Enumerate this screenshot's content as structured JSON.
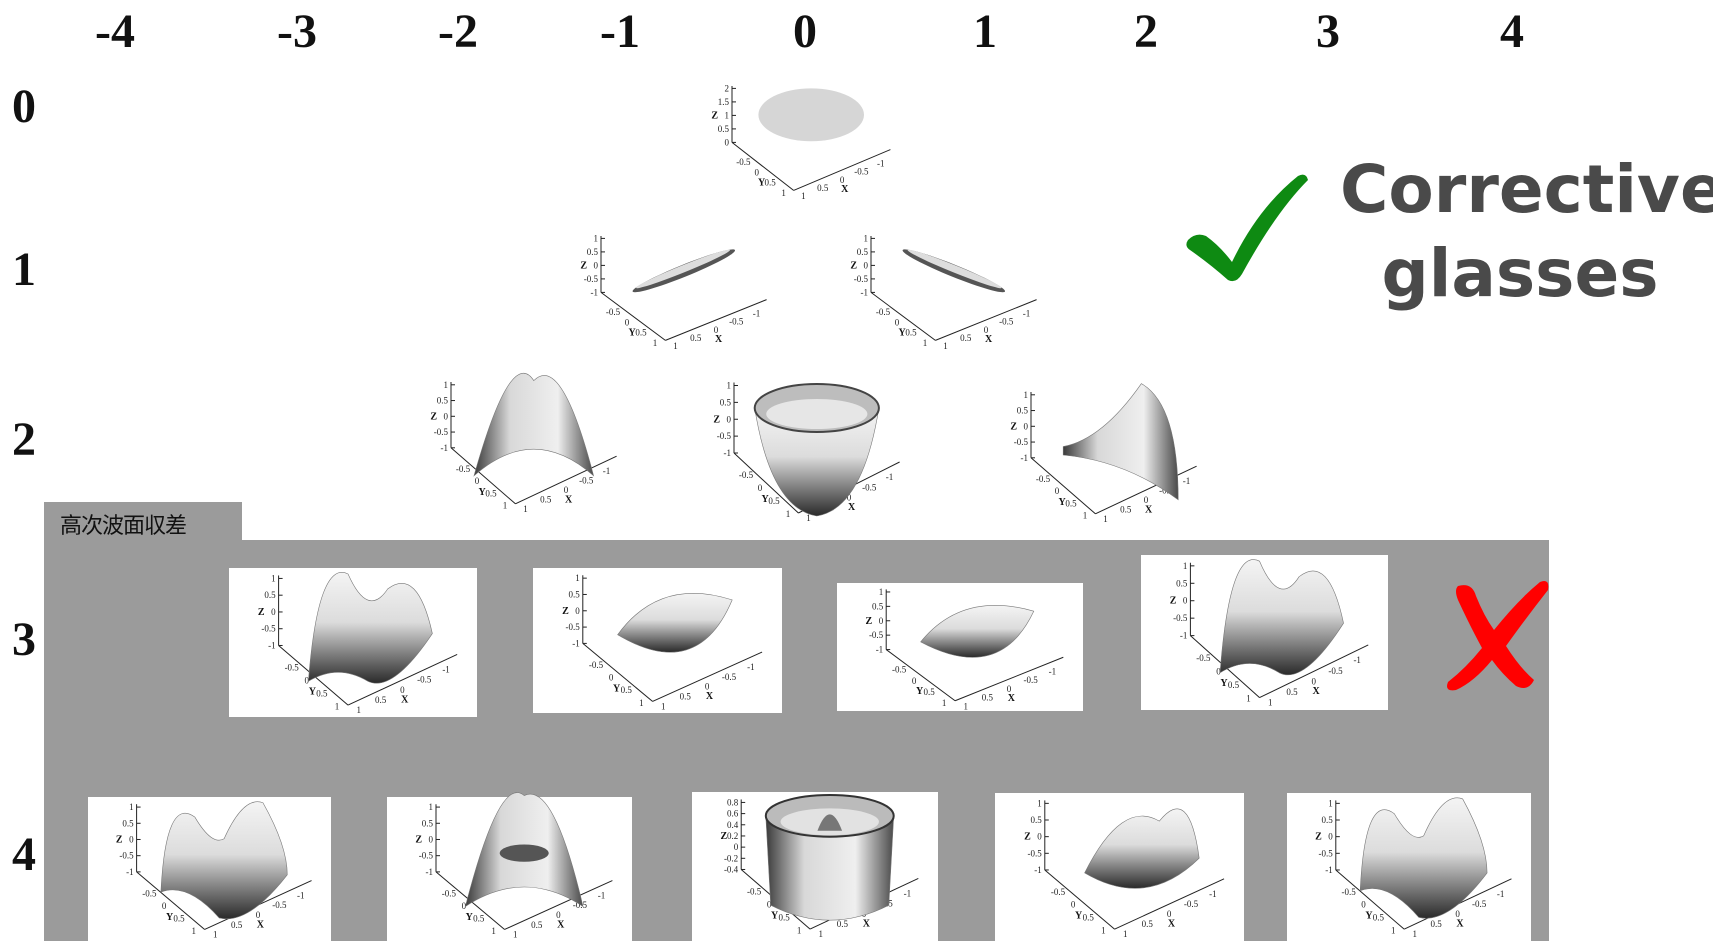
{
  "column_labels": [
    "-4",
    "-3",
    "-2",
    "-1",
    "0",
    "1",
    "2",
    "3",
    "4"
  ],
  "row_labels": [
    "0",
    "1",
    "2",
    "3",
    "4"
  ],
  "highlight_label": "高次波面収差",
  "annotation": {
    "title_line1": "Corrective",
    "title_line2": "glasses"
  },
  "colors": {
    "panel": "#9b9b9b",
    "check_mark": "#0e8a12",
    "cross_mark": "#ff0000",
    "annotation_text": "#4a4a4a"
  },
  "icons": {
    "approve": "check-icon",
    "reject": "cross-icon"
  },
  "axis_text": {
    "y": "Y",
    "x": "X",
    "z": "Z",
    "z_ticks_row0": [
      "2",
      "1.5",
      "1",
      "0.5",
      "0"
    ],
    "z_ticks_default": [
      "1",
      "0.5",
      "0",
      "-0.5",
      "-1"
    ],
    "z_ticks_z40": [
      "0.8",
      "0.6",
      "0.4",
      "0.2",
      "0",
      "-0.2",
      "-0.4"
    ],
    "base_ticks": [
      "-0.5",
      "0",
      "0.5",
      "1",
      "1",
      "0.5",
      "0",
      "-0.5",
      "-1"
    ]
  },
  "surfaces": [
    {
      "row": 0,
      "col": 0,
      "shape": "disk",
      "framed": false
    },
    {
      "row": 1,
      "col": -1,
      "shape": "tilt-left",
      "framed": false
    },
    {
      "row": 1,
      "col": 1,
      "shape": "tilt-right",
      "framed": false
    },
    {
      "row": 2,
      "col": -2,
      "shape": "astig-cap",
      "framed": false
    },
    {
      "row": 2,
      "col": 0,
      "shape": "defocus-bowl",
      "framed": false
    },
    {
      "row": 2,
      "col": 2,
      "shape": "astig-saddle",
      "framed": false
    },
    {
      "row": 3,
      "col": -3,
      "shape": "trefoil",
      "framed": true
    },
    {
      "row": 3,
      "col": -1,
      "shape": "coma-y",
      "framed": true
    },
    {
      "row": 3,
      "col": 1,
      "shape": "coma-x",
      "framed": true
    },
    {
      "row": 3,
      "col": 3,
      "shape": "trefoil-2",
      "framed": true
    },
    {
      "row": 4,
      "col": -4,
      "shape": "quadrafoil",
      "framed": true
    },
    {
      "row": 4,
      "col": -2,
      "shape": "sec-astig",
      "framed": true
    },
    {
      "row": 4,
      "col": 0,
      "shape": "spherical",
      "framed": true
    },
    {
      "row": 4,
      "col": 2,
      "shape": "sec-astig-2",
      "framed": true
    },
    {
      "row": 4,
      "col": 4,
      "shape": "quadrafoil-2",
      "framed": true
    }
  ]
}
